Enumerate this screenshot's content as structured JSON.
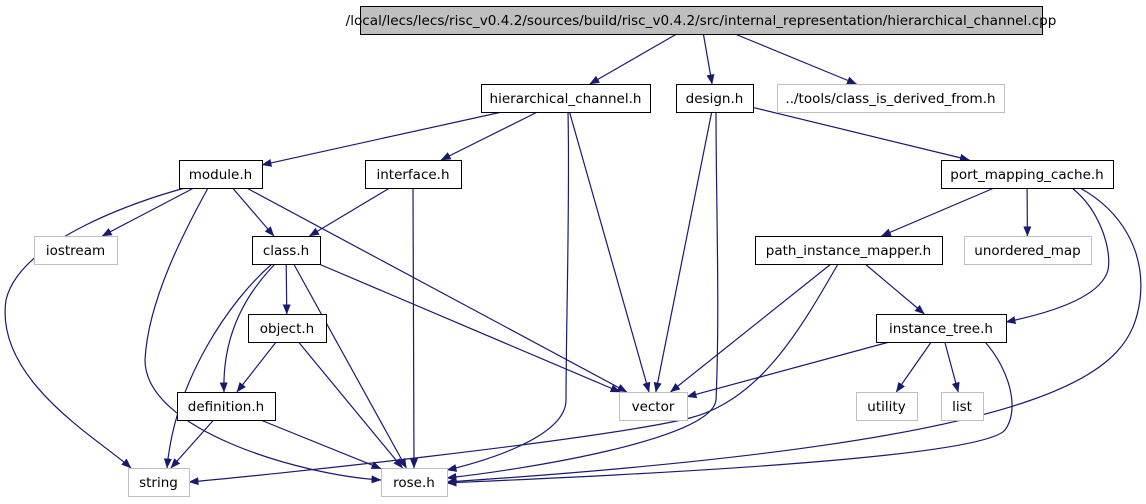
{
  "diagram": {
    "type": "include-dependency-graph",
    "root": "root",
    "colors": {
      "edge": "#191970",
      "node_border": "#000000",
      "external_border": "#bfbfbf",
      "root_fill": "#bfbfbf",
      "node_fill": "#ffffff"
    },
    "nodes": [
      {
        "id": "root",
        "label": "/local/lecs/lecs/risc_v0.4.2/sources/build/risc_v0.4.2/src/internal_representation/hierarchical_channel.cpp",
        "kind": "root"
      },
      {
        "id": "hierarchical_channel",
        "label": "hierarchical_channel.h",
        "kind": "file"
      },
      {
        "id": "design",
        "label": "design.h",
        "kind": "file"
      },
      {
        "id": "class_is_derived_from",
        "label": "../tools/class_is_derived_from.h",
        "kind": "external"
      },
      {
        "id": "module",
        "label": "module.h",
        "kind": "file"
      },
      {
        "id": "interface",
        "label": "interface.h",
        "kind": "file"
      },
      {
        "id": "port_mapping_cache",
        "label": "port_mapping_cache.h",
        "kind": "file"
      },
      {
        "id": "iostream",
        "label": "iostream",
        "kind": "external"
      },
      {
        "id": "class",
        "label": "class.h",
        "kind": "file"
      },
      {
        "id": "path_instance_mapper",
        "label": "path_instance_mapper.h",
        "kind": "file"
      },
      {
        "id": "unordered_map",
        "label": "unordered_map",
        "kind": "external"
      },
      {
        "id": "object",
        "label": "object.h",
        "kind": "file"
      },
      {
        "id": "instance_tree",
        "label": "instance_tree.h",
        "kind": "file"
      },
      {
        "id": "definition",
        "label": "definition.h",
        "kind": "file"
      },
      {
        "id": "vector",
        "label": "vector",
        "kind": "external"
      },
      {
        "id": "utility",
        "label": "utility",
        "kind": "external"
      },
      {
        "id": "list",
        "label": "list",
        "kind": "external"
      },
      {
        "id": "string",
        "label": "string",
        "kind": "external"
      },
      {
        "id": "rose",
        "label": "rose.h",
        "kind": "external"
      }
    ],
    "edges": [
      [
        "root",
        "hierarchical_channel"
      ],
      [
        "root",
        "design"
      ],
      [
        "root",
        "class_is_derived_from"
      ],
      [
        "hierarchical_channel",
        "module"
      ],
      [
        "hierarchical_channel",
        "interface"
      ],
      [
        "hierarchical_channel",
        "vector"
      ],
      [
        "hierarchical_channel",
        "rose"
      ],
      [
        "design",
        "vector"
      ],
      [
        "design",
        "rose"
      ],
      [
        "design",
        "port_mapping_cache"
      ],
      [
        "module",
        "iostream"
      ],
      [
        "module",
        "class"
      ],
      [
        "module",
        "string"
      ],
      [
        "module",
        "rose"
      ],
      [
        "module",
        "vector"
      ],
      [
        "interface",
        "class"
      ],
      [
        "interface",
        "rose"
      ],
      [
        "class",
        "object"
      ],
      [
        "class",
        "definition"
      ],
      [
        "class",
        "string"
      ],
      [
        "class",
        "rose"
      ],
      [
        "class",
        "vector"
      ],
      [
        "object",
        "definition"
      ],
      [
        "object",
        "rose"
      ],
      [
        "definition",
        "string"
      ],
      [
        "definition",
        "rose"
      ],
      [
        "port_mapping_cache",
        "path_instance_mapper"
      ],
      [
        "port_mapping_cache",
        "unordered_map"
      ],
      [
        "port_mapping_cache",
        "instance_tree"
      ],
      [
        "port_mapping_cache",
        "rose"
      ],
      [
        "path_instance_mapper",
        "instance_tree"
      ],
      [
        "path_instance_mapper",
        "vector"
      ],
      [
        "path_instance_mapper",
        "string"
      ],
      [
        "instance_tree",
        "vector"
      ],
      [
        "instance_tree",
        "utility"
      ],
      [
        "instance_tree",
        "list"
      ],
      [
        "instance_tree",
        "rose"
      ]
    ]
  }
}
